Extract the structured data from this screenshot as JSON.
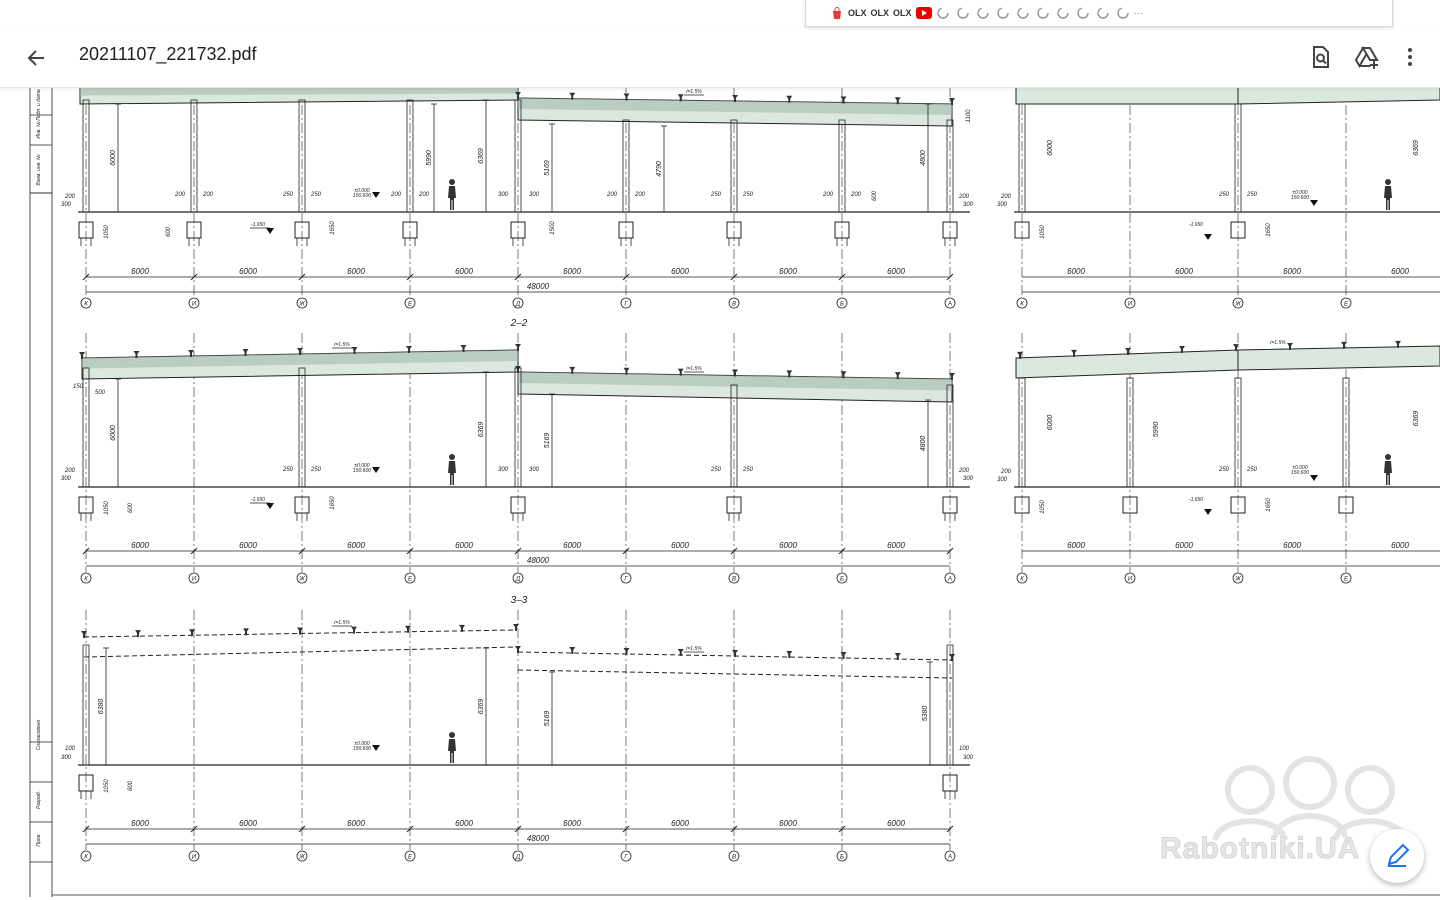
{
  "extension_bar": {
    "items": [
      {
        "icon": "shopping-bag-icon",
        "label": ""
      },
      {
        "icon": "olx-icon",
        "label": "OLX"
      },
      {
        "icon": "olx-icon",
        "label": "OLX"
      },
      {
        "icon": "olx-icon",
        "label": "OLX"
      },
      {
        "icon": "youtube-icon",
        "label": ""
      }
    ],
    "spinner_count": 10,
    "more": "···"
  },
  "header": {
    "title": "20211107_221732.pdf",
    "back_icon": "arrow-back-icon",
    "actions": [
      "search-document-icon",
      "add-to-drive-icon",
      "more-vert-icon"
    ]
  },
  "drawing": {
    "section_labels": [
      "2–2",
      "3–3"
    ],
    "axis_labels": [
      "К",
      "И",
      "Ж",
      "Е",
      "Д",
      "Г",
      "В",
      "Б",
      "А"
    ],
    "right_axis_labels": [
      "К",
      "И",
      "Ж",
      "Е"
    ],
    "bay": "6000",
    "total": "48000",
    "slope": "i=1.5%",
    "level_zero": "±0.000",
    "level_zero_abs": "150.600",
    "level_low": "-1.650",
    "dims": {
      "h6000": "6000",
      "h6369": "6369",
      "h5169": "5169",
      "h4790": "4790",
      "h4800": "4800",
      "h5990": "5990",
      "h6380": "6380",
      "h5380": "5380",
      "d1650": "1650",
      "d1050": "1050",
      "d600": "600",
      "d1500": "1500",
      "d1100": "1100",
      "d200": "200",
      "d250": "250",
      "d300": "300",
      "d100": "100",
      "d500": "500",
      "d150": "150"
    },
    "stamp_labels": [
      "Подп. и дата",
      "Инв. №",
      "Взам. инв. №",
      "Согласовано",
      "Разраб.",
      "Пров."
    ]
  },
  "watermark": {
    "text": "Rabotniki.UA"
  },
  "fab": {
    "icon": "edit-pencil-icon"
  },
  "colors": {
    "beam": "#9fb8aa",
    "beam_light": "#dce7e0",
    "line": "#222222",
    "accent_blue": "#1a73e8"
  }
}
